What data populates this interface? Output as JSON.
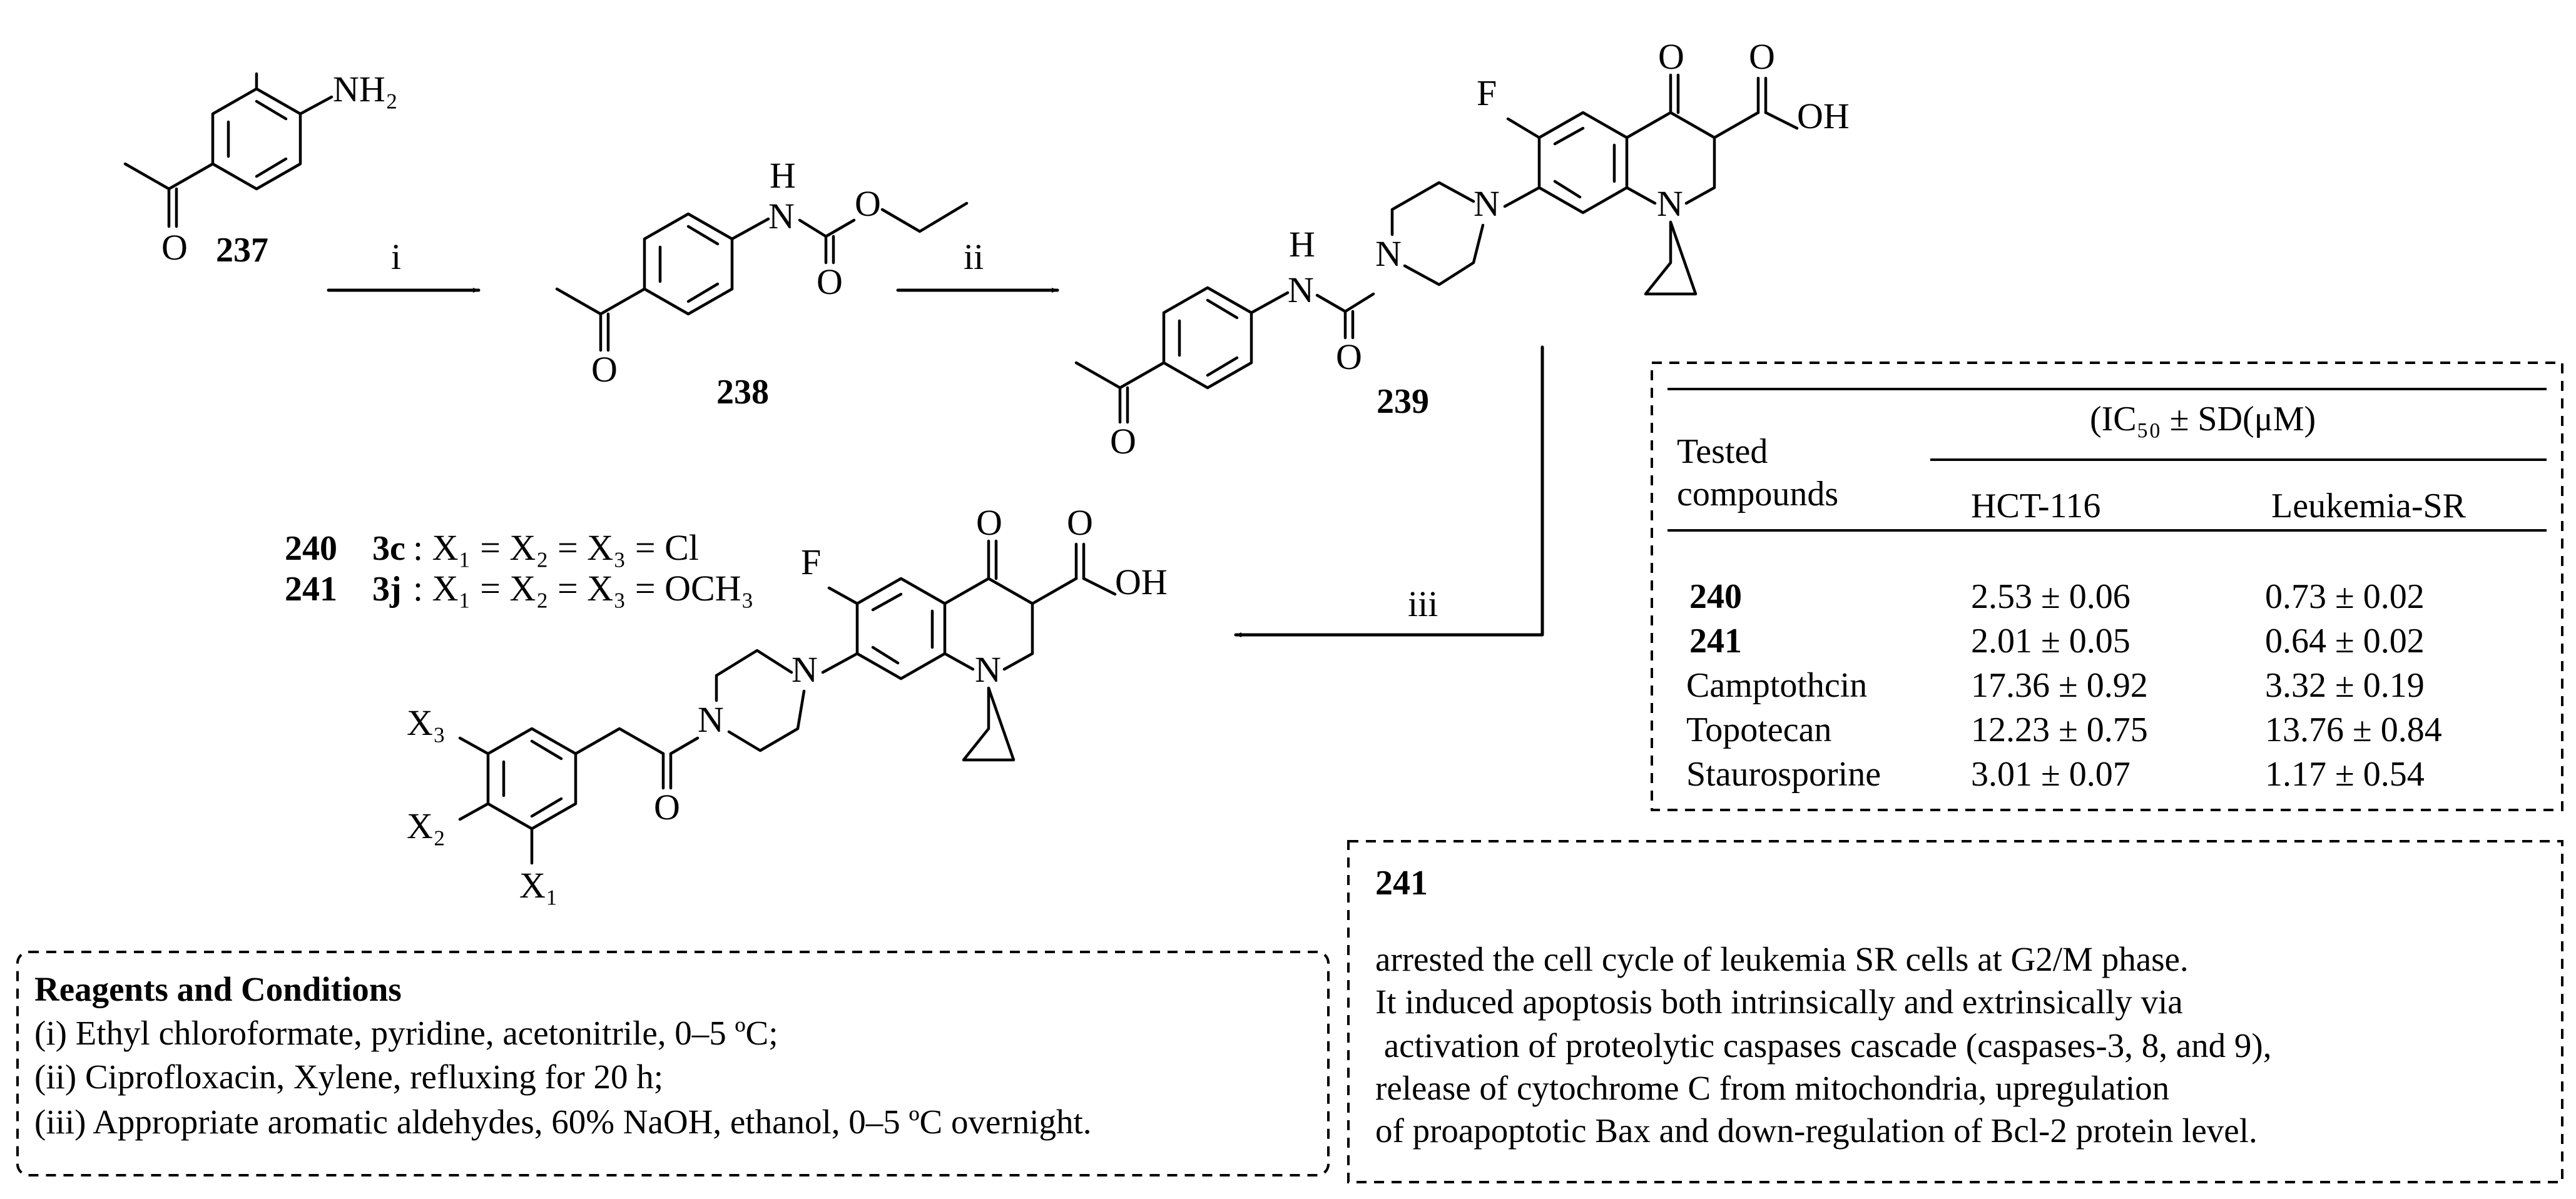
{
  "compounds": {
    "c237": "237",
    "c238": "238",
    "c239": "239",
    "products": [
      {
        "number": "240",
        "code": "3c",
        "substituents": ": X₁ = X₂ = X₃ = Cl"
      },
      {
        "number": "241",
        "code": "3j",
        "substituents": ": X₁ = X₂ = X₃ = OCH₃"
      }
    ]
  },
  "steps": {
    "i": "i",
    "ii": "ii",
    "iii": "iii"
  },
  "atoms": {
    "NH2": "NH₂",
    "H": "H",
    "N": "N",
    "O": "O",
    "F": "F",
    "OH": "OH",
    "X1": "X₁",
    "X2": "X₂",
    "X3": "X₃"
  },
  "table": {
    "header_group": "(IC₅₀ ± SD(μM)",
    "header_row": "Tested compounds",
    "header_row_lines": [
      "Tested",
      "compounds"
    ],
    "columns": [
      "HCT-116",
      "Leukemia-SR"
    ],
    "rows": [
      {
        "name": "240",
        "bold": true,
        "hct": "2.53 ± 0.06",
        "leuk": "0.73 ± 0.02"
      },
      {
        "name": "241",
        "bold": true,
        "hct": "2.01 ± 0.05",
        "leuk": "0.64 ± 0.02"
      },
      {
        "name": "Camptothcin",
        "bold": false,
        "hct": "17.36 ± 0.92",
        "leuk": "3.32 ± 0.19"
      },
      {
        "name": "Topotecan",
        "bold": false,
        "hct": "12.23 ± 0.75",
        "leuk": "13.76 ± 0.84"
      },
      {
        "name": "Staurosporine",
        "bold": false,
        "hct": "3.01 ± 0.07",
        "leuk": "1.17 ± 0.54"
      }
    ]
  },
  "reagents": {
    "title": "Reagents and Conditions",
    "lines": [
      "(i) Ethyl chloroformate, pyridine, acetonitrile, 0–5 ºC;",
      "(ii) Ciprofloxacin, Xylene, refluxing for 20 h;",
      "(iii) Appropriate aromatic aldehydes, 60% NaOH, ethanol, 0–5 ºC overnight."
    ]
  },
  "findings": {
    "title": "241",
    "lines": [
      "arrested the cell cycle of leukemia SR cells at G2/M phase.",
      "It induced apoptosis both intrinsically and extrinsically via",
      " activation of proteolytic caspases cascade (caspases-3, 8, and 9),",
      "release of cytochrome C from mitochondria, upregulation",
      "of proapoptotic Bax and down-regulation of Bcl-2 protein level."
    ]
  }
}
